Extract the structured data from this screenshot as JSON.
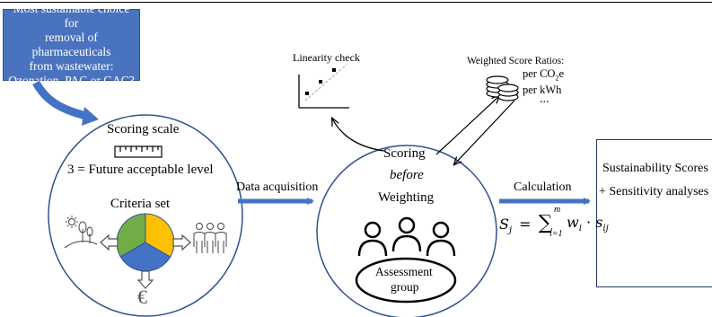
{
  "question": {
    "lines": [
      "Most sustainable choice for",
      "removal of pharmaceuticals",
      "from wastewater:",
      "Ozonation, PAC or GAC?"
    ]
  },
  "left_circle": {
    "scoring_scale_label": "Scoring scale",
    "acceptable_level_label": "3 = Future acceptable level",
    "criteria_set_label": "Criteria set",
    "euro_symbol": "€"
  },
  "arrows": {
    "data_acquisition_label": "Data acquisition",
    "calculation_label": "Calculation"
  },
  "linearity": {
    "label": "Linearity check"
  },
  "weighted_ratios": {
    "title": "Weighted Score Ratios:",
    "per_co2e_prefix": "per CO",
    "per_co2e_sub": "2",
    "per_co2e_suffix": "e",
    "per_kwh": "per kWh",
    "ellipsis": "..."
  },
  "middle_circle": {
    "scoring": "Scoring",
    "before": "before",
    "weighting": "Weighting",
    "group_line1": "Assessment",
    "group_line2": "group"
  },
  "formula": {
    "lhs": "S",
    "lhs_sub": "j",
    "equals": "=",
    "sum_top": "m",
    "sum_bottom": "i=1",
    "w": "w",
    "w_sub": "i",
    "dot": "·",
    "s": "s",
    "s_sub": "ij"
  },
  "results": {
    "line1": "Sustainability Scores",
    "line2": "+ Sensitivity analyses"
  },
  "colors": {
    "question_box": "#4a73bf",
    "arrow_blue": "#4472c4",
    "circle_border": "#2f528f",
    "pie_green": "#70ad47",
    "pie_yellow": "#ffc000",
    "pie_blue": "#4472c4",
    "chart_icon": "#1f3864"
  }
}
